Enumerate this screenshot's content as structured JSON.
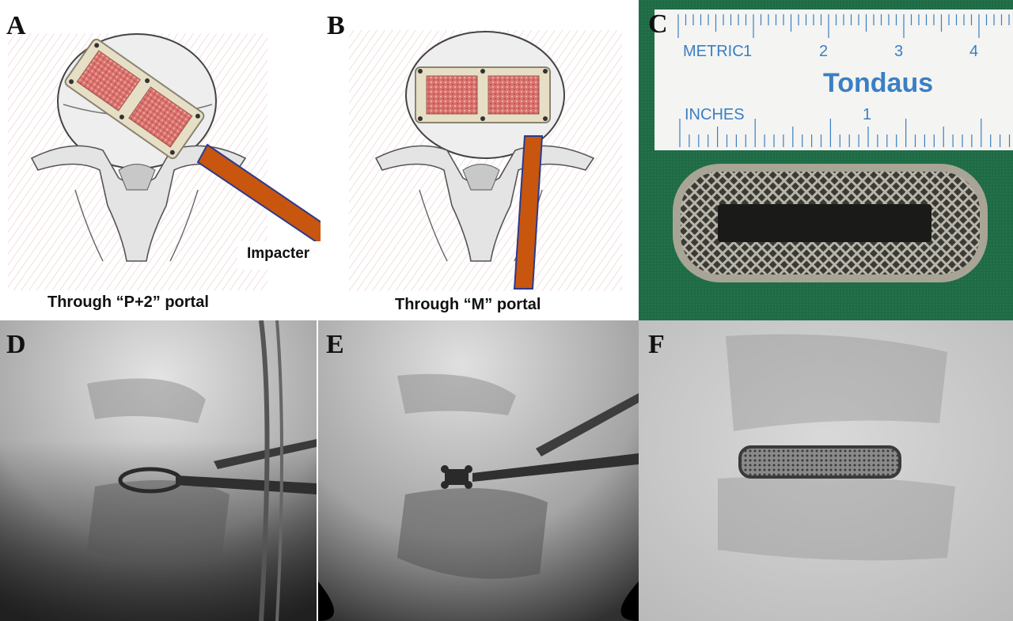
{
  "panels": {
    "a": {
      "letter": "A",
      "caption": "Through “P+2” portal",
      "tool_label": "Impacter"
    },
    "b": {
      "letter": "B",
      "caption": "Through “M” portal"
    },
    "c": {
      "letter": "C",
      "ruler_metric": "METRIC",
      "ruler_inches": "INCHES",
      "ruler_brand": "Tondaus",
      "metric_ticks": [
        "1",
        "2",
        "3",
        "4"
      ],
      "inch_ticks": [
        "1"
      ]
    },
    "d": {
      "letter": "D"
    },
    "e": {
      "letter": "E"
    },
    "f": {
      "letter": "F"
    }
  },
  "colors": {
    "cage_frame": "#e6dfc6",
    "bone_graft": "#d9726f",
    "impacter": "#c8560f",
    "impacter_outline": "#2b3a8c",
    "surgical_drape": "#1f6b46",
    "ruler_text": "#3a7fc4",
    "fluoro_background": "#c9c9c9",
    "panel_letter_light": "#111111",
    "panel_letter_dark": "#111111"
  }
}
